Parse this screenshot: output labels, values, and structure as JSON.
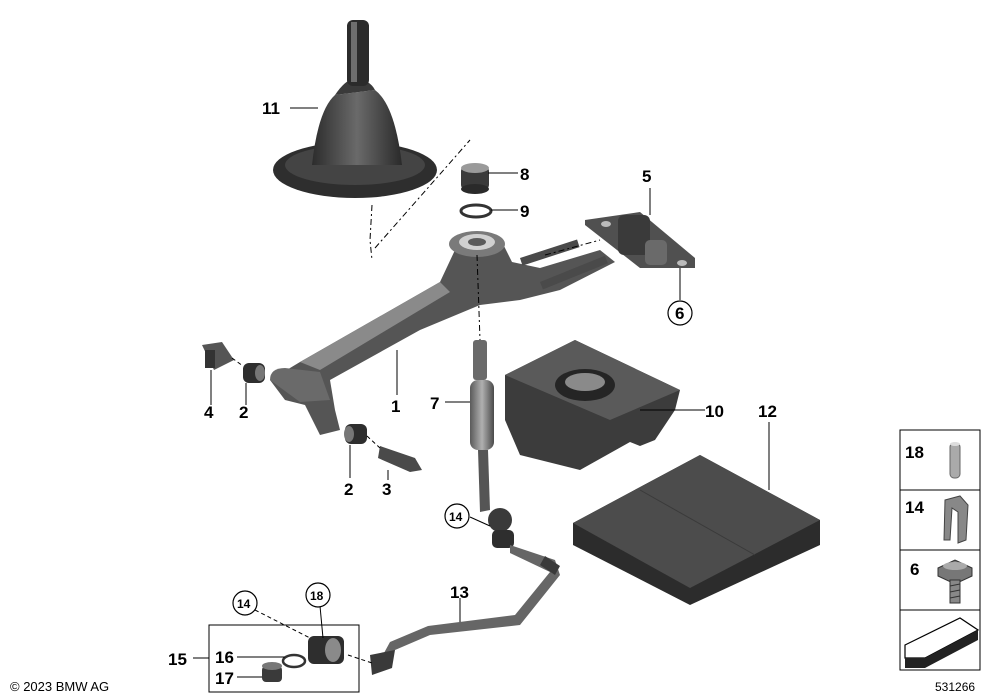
{
  "copyright": "© 2023 BMW AG",
  "diagram_id": "531266",
  "callouts": {
    "c1": "1",
    "c2a": "2",
    "c2b": "2",
    "c3": "3",
    "c4": "4",
    "c5": "5",
    "c6": "6",
    "c7": "7",
    "c8": "8",
    "c9": "9",
    "c10": "10",
    "c11": "11",
    "c12": "12",
    "c13": "13",
    "c14a": "14",
    "c14b": "14",
    "c15": "15",
    "c16": "16",
    "c17": "17",
    "c18": "18"
  },
  "legend": {
    "item_18": "18",
    "item_14": "14",
    "item_6": "6"
  },
  "colors": {
    "part_dark": "#3a3a3a",
    "part_mid": "#5a5a5a",
    "part_light": "#8a8a8a",
    "leader": "#000000"
  }
}
